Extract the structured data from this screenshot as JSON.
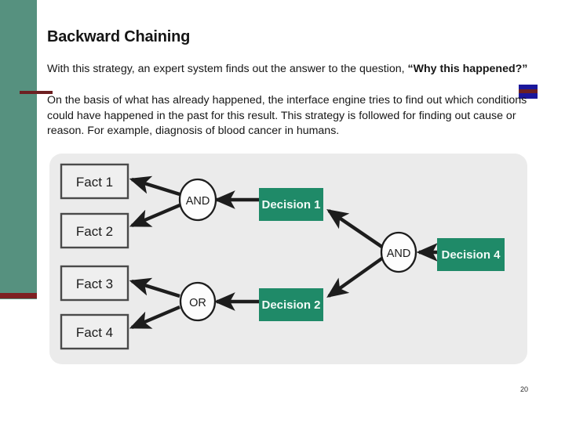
{
  "slide": {
    "title": "Backward Chaining",
    "paragraph_1_lead": "With this strategy, an expert system finds out the answer to the question, ",
    "paragraph_1_accent": "“Why this happened?”",
    "paragraph_2": "On the basis of what has already happened, the interface engine tries to find out which conditions could have happened in the past for this result. This strategy is followed for finding out cause or reason. For example, diagnosis of blood cancer in humans.",
    "page_number": "20"
  },
  "colors": {
    "sidebar_green": "#56917f",
    "accent_dark_red": "#7e2022",
    "corner_blue": "#1b179c",
    "decision_green": "#1f8a68",
    "panel_gray": "#ebebeb",
    "fact_box_fill": "#efefef",
    "fact_box_border": "#4a4a4a",
    "arrow": "#1d1d1d"
  },
  "diagram": {
    "name": "backward-chaining-inference-diagram",
    "facts": [
      {
        "id": "fact-1",
        "label": "Fact 1"
      },
      {
        "id": "fact-2",
        "label": "Fact 2"
      },
      {
        "id": "fact-3",
        "label": "Fact 3"
      },
      {
        "id": "fact-4",
        "label": "Fact 4"
      }
    ],
    "operators": [
      {
        "id": "operator-and-top",
        "label": "AND"
      },
      {
        "id": "operator-or",
        "label": "OR"
      },
      {
        "id": "operator-and-right",
        "label": "AND"
      }
    ],
    "decisions": [
      {
        "id": "decision-1",
        "label": "Decision 1"
      },
      {
        "id": "decision-2",
        "label": "Decision 2"
      },
      {
        "id": "decision-4",
        "label": "Decision 4"
      }
    ],
    "edges": [
      {
        "from": "operator-and-top",
        "to": "fact-1"
      },
      {
        "from": "operator-and-top",
        "to": "fact-2"
      },
      {
        "from": "decision-1",
        "to": "operator-and-top"
      },
      {
        "from": "operator-or",
        "to": "fact-3"
      },
      {
        "from": "operator-or",
        "to": "fact-4"
      },
      {
        "from": "decision-2",
        "to": "operator-or"
      },
      {
        "from": "operator-and-right",
        "to": "decision-1"
      },
      {
        "from": "operator-and-right",
        "to": "decision-2"
      },
      {
        "from": "decision-4",
        "to": "operator-and-right"
      }
    ]
  }
}
